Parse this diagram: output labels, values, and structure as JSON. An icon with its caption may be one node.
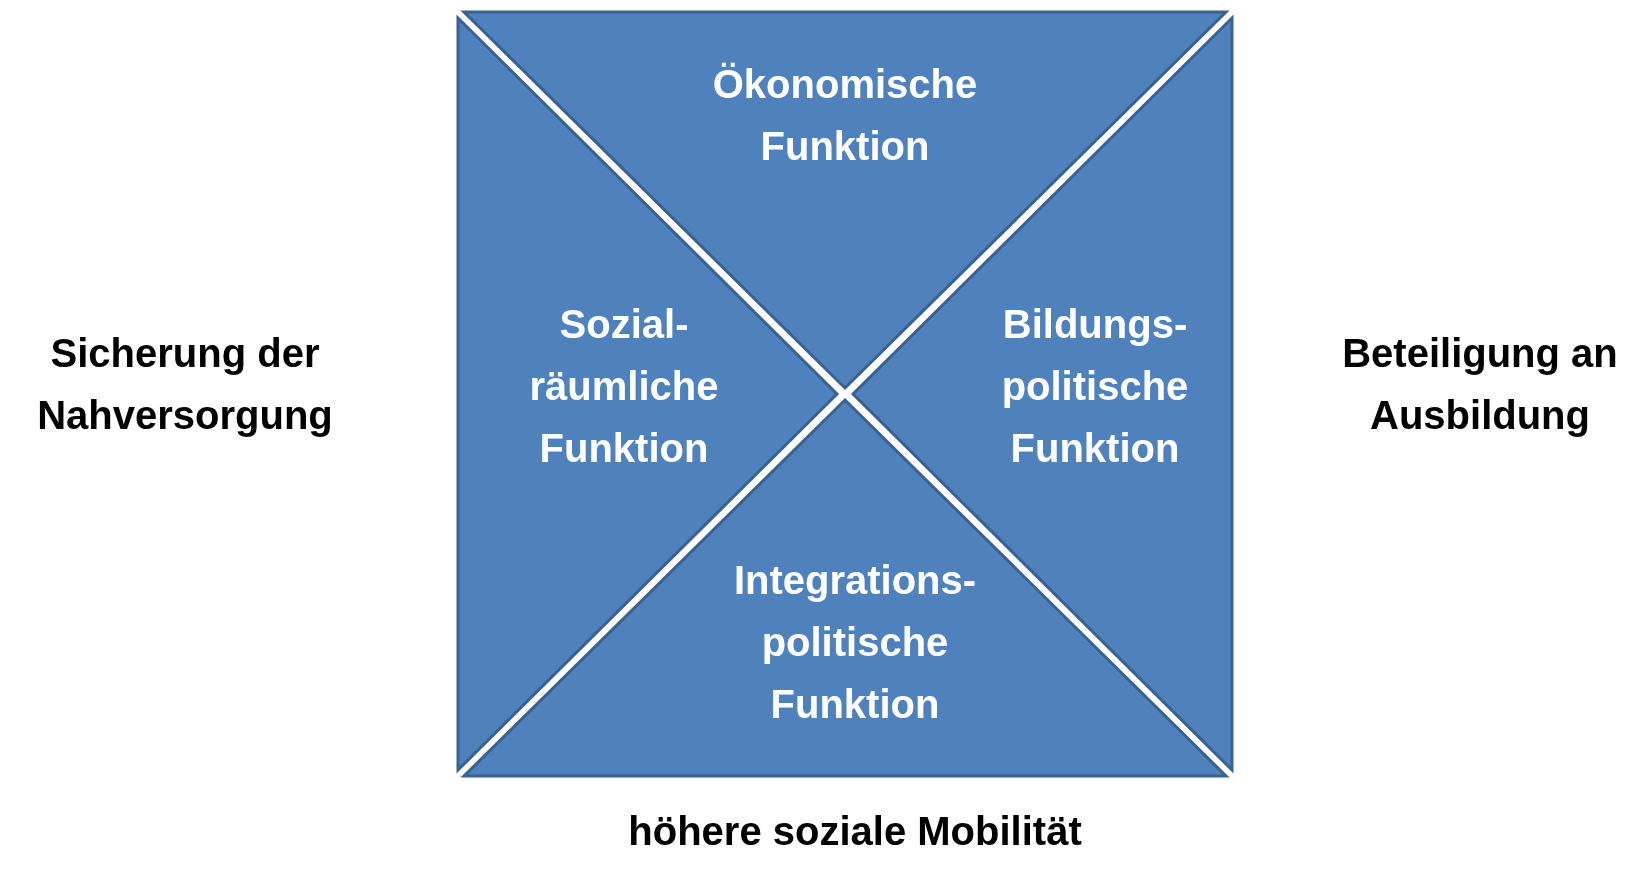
{
  "diagram": {
    "nodes": [
      {
        "text": [
          "Ökonomische Funktion"
        ]
      },
      {
        "text": [
          "Sozial- räumliche Funktion"
        ]
      },
      {
        "text": [
          "Bildungs- politische Funktion"
        ]
      },
      {
        "text": [
          "Integrations- politische Funktion"
        ]
      }
    ],
    "labels": [
      "Sicherung der Nahversorgung",
      "Beteiligung an Ausbildung",
      "höhere soziale Mobilität"
    ]
  }
}
